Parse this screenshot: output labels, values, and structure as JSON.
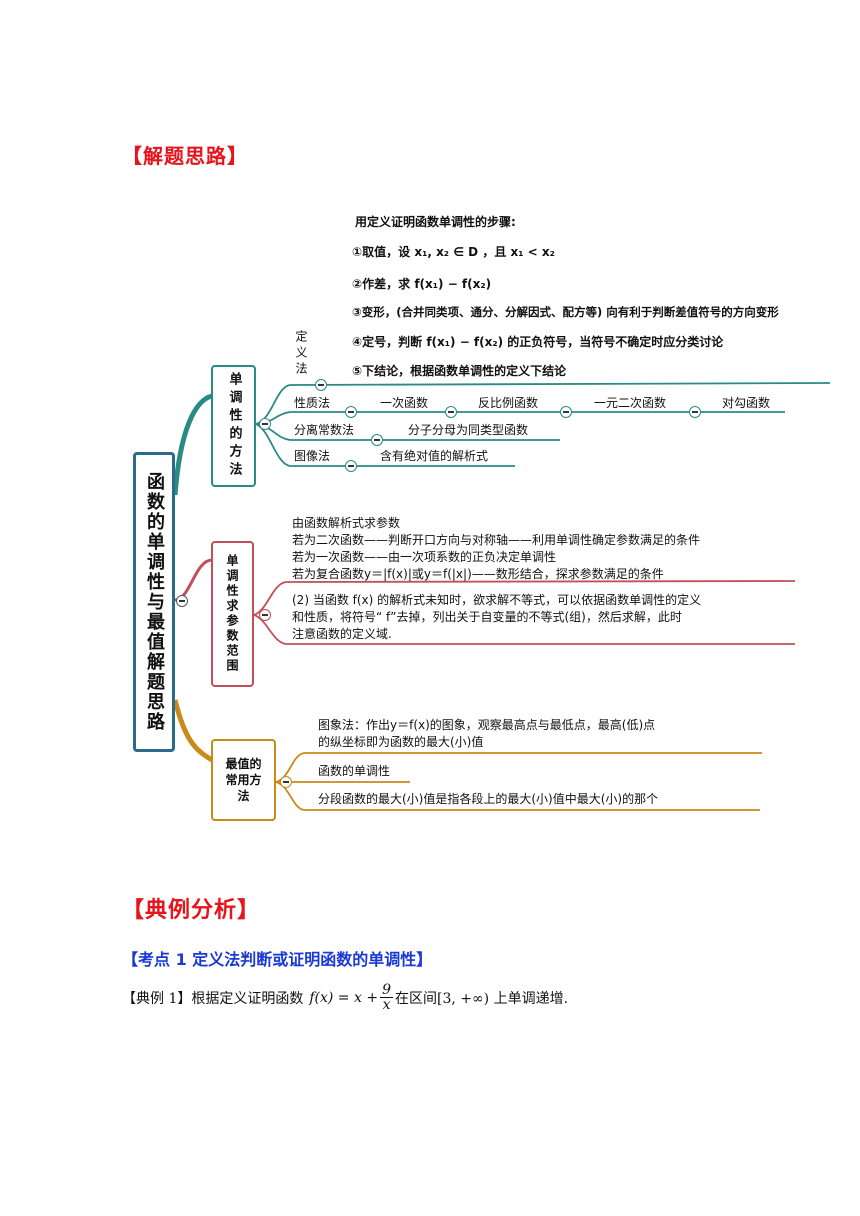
{
  "headings": {
    "solution": "【解题思路】",
    "examples": "【典例分析】",
    "topic1": "【考点 1 定义法判断或证明函数的单调性】"
  },
  "mindmap": {
    "root": "函数的单调性与最值解题思路",
    "branch1": {
      "label": "单调性的方法",
      "definition": {
        "label": "定义法",
        "title": "用定义证明函数单调性的步骤:",
        "steps": [
          "①取值，设 x₁, x₂ ∈ D ，且 x₁ < x₂",
          "②作差，求 f(x₁) − f(x₂)",
          "③变形，(合并同类项、通分、分解因式、配方等) 向有利于判断差值符号的方向变形",
          "④定号，判断 f(x₁) − f(x₂) 的正负符号，当符号不确定时应分类讨论",
          "⑤下结论，根据函数单调性的定义下结论"
        ]
      },
      "property": {
        "label": "性质法",
        "items": [
          "一次函数",
          "反比例函数",
          "一元二次函数",
          "对勾函数"
        ]
      },
      "separation": {
        "label": "分离常数法",
        "item": "分子分母为同类型函数"
      },
      "graph": {
        "label": "图像法",
        "item": "含有绝对值的解析式"
      }
    },
    "branch2": {
      "label": "单调性求参数范围",
      "lines1": [
        "由函数解析式求参数",
        "若为二次函数——判断开口方向与对称轴——利用单调性确定参数满足的条件",
        "若为一次函数——由一次项系数的正负决定单调性",
        "若为复合函数y＝|f(x)|或y＝f(|x|)——数形结合，探求参数满足的条件"
      ],
      "lines2": [
        "(2) 当函数 f(x) 的解析式未知时，欲求解不等式，可以依据函数单调性的定义",
        "和性质，将符号“ f”去掉，列出关于自变量的不等式(组)，然后求解，此时",
        "注意函数的定义域."
      ]
    },
    "branch3": {
      "label": "最值的常用方法",
      "graph_lines": [
        "图象法：作出y＝f(x)的图象，观察最高点与最低点，最高(低)点",
        "的纵坐标即为函数的最大(小)值"
      ],
      "monotone": "函数的单调性",
      "piecewise": "分段函数的最大(小)值是指各段上的最大(小)值中最大(小)的那个"
    },
    "colors": {
      "teal": "#2a8a86",
      "rose": "#c0505a",
      "gold": "#c98a1a",
      "root_border": "#2a6b8a"
    }
  },
  "example1": {
    "prefix": "【典例 1】根据定义证明函数",
    "func_lhs": "f(x) = x +",
    "num": "9",
    "den": "x",
    "suffix": "在区间[3, +∞) 上单调递增."
  }
}
